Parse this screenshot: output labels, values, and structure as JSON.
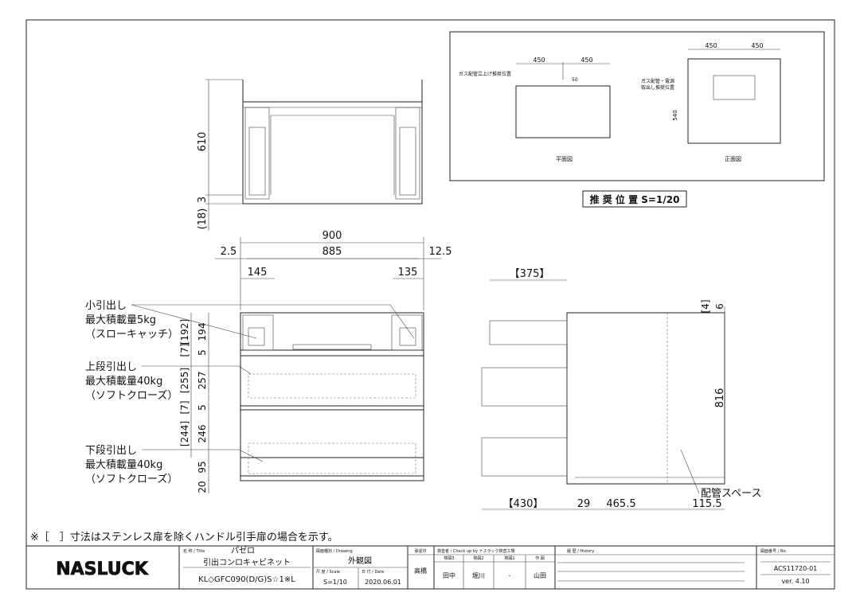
{
  "note": "※［　］寸法はステンレス扉を除くハンドル引手扉の場合を示す。",
  "top_view": {
    "dims": {
      "h610": "610",
      "h3": "3",
      "h18": "(18)"
    }
  },
  "front_view": {
    "dims": {
      "w900": "900",
      "w885": "885",
      "l2_5": "2.5",
      "r12_5": "12.5",
      "w145": "145",
      "w135": "135",
      "d194": "194",
      "d5a": "5",
      "d257": "257",
      "d5b": "5",
      "d246": "246",
      "d95": "95",
      "d20": "20",
      "b192": "[192]",
      "b7a": "[7]",
      "b255": "[255]",
      "b7b": "[7]",
      "b244": "[244]"
    },
    "labels": [
      {
        "l1": "小引出し",
        "l2": "最大積載量5kg",
        "l3": "（スローキャッチ）"
      },
      {
        "l1": "上段引出し",
        "l2": "最大積載量40kg",
        "l3": "（ソフトクローズ）"
      },
      {
        "l1": "下段引出し",
        "l2": "最大積載量40kg",
        "l3": "（ソフトクローズ）"
      }
    ]
  },
  "side_view": {
    "dims": {
      "d375": "【375】",
      "d4": "[4]",
      "d6": "6",
      "h816": "816",
      "d430": "【430】",
      "d29": "29",
      "d465": "465.5",
      "d115": "115.5"
    },
    "pipe_label": "配管スペース"
  },
  "inset": {
    "plan": {
      "d1": "450",
      "d2": "450",
      "gas": "ガス配管立上げ推奨位置",
      "d50": "50",
      "caption": "平面図"
    },
    "elev": {
      "d1": "450",
      "d2": "450",
      "gas1": "ガス配管・電源",
      "gas2": "取出し推奨位置",
      "d540": "540",
      "caption": "正面図"
    },
    "title": "推 奨 位 置 S=1/20"
  },
  "title_block": {
    "logo": "NASLUCK",
    "title_label": "名 称 / Title",
    "name1": "パゼロ",
    "name2": "引出コンロキャビネット",
    "model": "KL◇GFC090(D/G)S☆1※L",
    "drawing_label": "図面種別 / Drawing",
    "drawing": "外観図",
    "scale_label": "尺 度 / Scale",
    "scale": "S=1/10",
    "date_label": "日 付 / Date",
    "date": "2020.06.01",
    "approval_label": "承認印",
    "approval": "高橋",
    "check_label": "検査者 / Check up by ナスラック検査工場",
    "checkers": [
      {
        "h": "検図3",
        "v": "田中"
      },
      {
        "h": "検図2",
        "v": "堀川"
      },
      {
        "h": "検図1",
        "v": "-"
      },
      {
        "h": "作 図",
        "v": "山田"
      }
    ],
    "history_label": "履 歴 / History",
    "no_label": "図面番号 / No.",
    "number": "ACS11720-01",
    "version": "ver. 4.10"
  }
}
